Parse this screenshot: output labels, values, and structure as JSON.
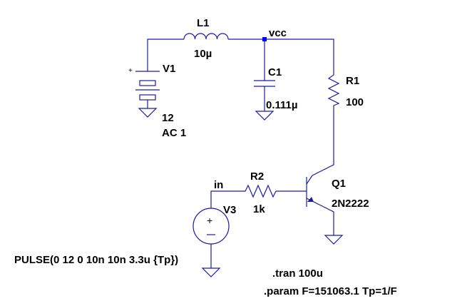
{
  "components": {
    "L1": {
      "name": "L1",
      "value": "10µ"
    },
    "C1": {
      "name": "C1",
      "value": "0.111µ"
    },
    "R1": {
      "name": "R1",
      "value": "100"
    },
    "R2": {
      "name": "R2",
      "value": "1k"
    },
    "Q1": {
      "name": "Q1",
      "value": "2N2222"
    },
    "V1": {
      "name": "V1",
      "value": "12",
      "ac": "AC 1",
      "polarity": "+"
    },
    "V3": {
      "name": "V3",
      "value": "PULSE(0 12 0 10n 10n 3.3u {Tp})",
      "polarity": "+"
    }
  },
  "nets": {
    "vcc": "vcc",
    "in": "in"
  },
  "directives": {
    "tran": ".tran 100u",
    "param": ".param F=151063.1 Tp=1/F"
  },
  "colors": {
    "wire": "#1a1aa6",
    "junction": "#0000ff",
    "text": "#000000"
  }
}
